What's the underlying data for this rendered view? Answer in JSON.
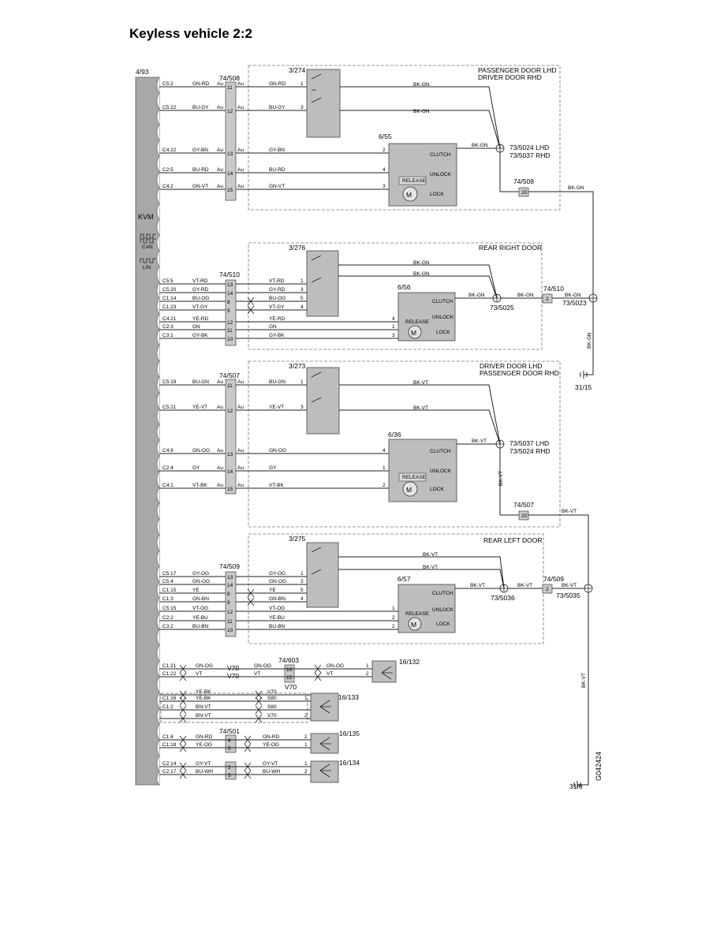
{
  "title": "Keyless vehicle 2:2",
  "diagram_code": "G042424",
  "kvm": {
    "ref": "4/93",
    "label": "KVM",
    "bus_can": "CAN",
    "bus_lin": "LIN"
  },
  "sections": {
    "s1": {
      "label1": "PASSENGER DOOR LHD",
      "label2": "DRIVER DOOR RHD",
      "connector": "74/508",
      "switch": "3/274",
      "lock": "6/55",
      "splice1": "73/5024 LHD",
      "splice2": "73/5037 RHD",
      "conn_out": "74/508",
      "pin_out": "20"
    },
    "s2": {
      "label1": "REAR RIGHT DOOR",
      "connector": "74/510",
      "switch": "3/276",
      "lock": "6/56",
      "splice": "73/5025",
      "conn_out": "74/510",
      "pin_out": "2",
      "splice_out": "73/5023",
      "ground": "31/15"
    },
    "s3": {
      "label1": "DRIVER DOOR LHD",
      "label2": "PASSENGER DOOR RHD",
      "connector": "74/507",
      "switch": "3/273",
      "lock": "6/36",
      "splice1": "73/5037 LHD",
      "splice2": "73/5024 RHD",
      "conn_out": "74/507",
      "pin_out": "20"
    },
    "s4": {
      "label1": "REAR LEFT DOOR",
      "connector": "74/509",
      "switch": "3/275",
      "lock": "6/57",
      "splice": "73/5036",
      "conn_out": "74/509",
      "pin_out": "2",
      "splice_out": "73/5035",
      "ground": "31/6"
    }
  },
  "lock_labels": {
    "clutch": "CLUTCH",
    "unlock": "UNLOCK",
    "release": "RELEASE",
    "lock": "LOCK",
    "motor": "M"
  },
  "wires": {
    "s1": [
      {
        "pin": "C5:2",
        "color": "GN-RD",
        "au1": "Au",
        "cpin": "11",
        "au2": "Au",
        "out": "GN-RD",
        "spin": "1"
      },
      {
        "pin": "C5:22",
        "color": "BU-GY",
        "au1": "Au",
        "cpin": "12",
        "au2": "Au",
        "out": "BU-GY",
        "spin": "3"
      },
      {
        "pin": "C4:22",
        "color": "GY-BN",
        "au1": "Au",
        "cpin": "13",
        "au2": "Au",
        "out": "GY-BN",
        "spin": "2"
      },
      {
        "pin": "C2:5",
        "color": "BU-RD",
        "au1": "Au",
        "cpin": "14",
        "au2": "Au",
        "out": "BU-RD",
        "spin": "4"
      },
      {
        "pin": "C4:2",
        "color": "GN-VT",
        "au1": "Au",
        "cpin": "15",
        "au2": "Au",
        "out": "GN-VT",
        "spin": "3"
      }
    ],
    "s1_top": {
      "w1": "BK-GN",
      "w2": "BK-GN",
      "w3": "BK-GN",
      "w4": "BK-GN",
      "w5": "BK-GN",
      "w6": "BK-GN"
    },
    "s2": [
      {
        "pin": "C5:5",
        "color": "VT-RD",
        "cpin": "13",
        "out": "VT-RD",
        "spin": "1"
      },
      {
        "pin": "C5:20",
        "color": "GY-RD",
        "cpin": "14",
        "out": "GY-RD",
        "spin": "3"
      },
      {
        "pin": "C1:14",
        "color": "BU-OG",
        "cpin": "8",
        "out": "BU-OG",
        "spin": "5"
      },
      {
        "pin": "C1:23",
        "color": "VT-GY",
        "cpin": "9",
        "out": "VT-GY",
        "spin": "4"
      },
      {
        "pin": "C4:21",
        "color": "YE-RD",
        "cpin": "12",
        "out": "YE-RD",
        "spin": "4"
      },
      {
        "pin": "C2:3",
        "color": "GN",
        "cpin": "11",
        "out": "GN",
        "spin": "1"
      },
      {
        "pin": "C3:1",
        "color": "GY-BK",
        "cpin": "10",
        "out": "GY-BK",
        "spin": "3"
      }
    ],
    "s2_top": {
      "w1": "BK-GN",
      "w2": "BK-GN",
      "w3": "BK-GN",
      "w4": "BK-GN",
      "w5": "BK-GN",
      "w6": "BK-GN"
    },
    "s3": [
      {
        "pin": "C5:19",
        "color": "BU-GN",
        "au1": "Au",
        "cpin": "11",
        "au2": "Au",
        "out": "BU-GN",
        "spin": "1"
      },
      {
        "pin": "C5:21",
        "color": "YE-VT",
        "au1": "Au",
        "cpin": "12",
        "au2": "Au",
        "out": "YE-VT",
        "spin": "3"
      },
      {
        "pin": "C4:9",
        "color": "GN-OG",
        "au1": "Au",
        "cpin": "13",
        "au2": "Au",
        "out": "GN-OG",
        "spin": "4"
      },
      {
        "pin": "C2:4",
        "color": "GY",
        "au1": "Au",
        "cpin": "14",
        "au2": "Au",
        "out": "GY",
        "spin": "1"
      },
      {
        "pin": "C4:1",
        "color": "VT-BK",
        "au1": "Au",
        "cpin": "15",
        "au2": "Au",
        "out": "VT-BK",
        "spin": "2"
      }
    ],
    "s3_top": {
      "w1": "BK-VT",
      "w2": "BK-VT",
      "w3": "BK-VT",
      "w4": "BK-VT",
      "w5": "BK-VT"
    },
    "s4": [
      {
        "pin": "C5:17",
        "color": "GY-OG",
        "cpin": "13",
        "out": "GY-OG",
        "spin": "1"
      },
      {
        "pin": "C5:4",
        "color": "GN-OG",
        "cpin": "14",
        "out": "GN-OG",
        "spin": "3"
      },
      {
        "pin": "C1:15",
        "color": "YE",
        "cpin": "8",
        "out": "YE",
        "spin": "5"
      },
      {
        "pin": "C1:3",
        "color": "GN-BN",
        "cpin": "9",
        "out": "GN-BN",
        "spin": "4"
      },
      {
        "pin": "C5:15",
        "color": "VT-OG",
        "cpin": "12",
        "out": "VT-OG",
        "spin": "1"
      },
      {
        "pin": "C2:2",
        "color": "YE-BU",
        "cpin": "11",
        "out": "YE-BU",
        "spin": "2"
      },
      {
        "pin": "C3:2",
        "color": "BU-BN",
        "cpin": "10",
        "out": "BU-BN",
        "spin": "2"
      }
    ],
    "s4_top": {
      "w1": "BK-VT",
      "w2": "BK-VT",
      "w3": "BK-VT",
      "w4": "BK-VT",
      "w5": "BK-VT",
      "w6": "BK-VT",
      "w7": "BK-VT"
    }
  },
  "antennas": {
    "a132": {
      "ref": "16/132",
      "conn": "74/603",
      "model1": "V70",
      "model2": "V70",
      "model3": "V70",
      "rows": [
        {
          "pin": "C1:21",
          "color": "GN-OG",
          "c2": "GN-OG",
          "cpin": "16",
          "out": "GN-OG",
          "apin": "1"
        },
        {
          "pin": "C1:22",
          "color": "VT",
          "c2": "VT",
          "cpin": "15",
          "out": "VT",
          "apin": "2"
        }
      ]
    },
    "a133": {
      "ref": "16/133",
      "rows": [
        {
          "pin": "",
          "color": "YE-BK",
          "model": "V70",
          "apin": ""
        },
        {
          "pin": "C1:16",
          "color": "YE-BK",
          "model": "S80",
          "apin": "1"
        },
        {
          "pin": "C1:2",
          "color": "BN-VT",
          "model": "S80",
          "apin": ""
        },
        {
          "pin": "",
          "color": "BN-VT",
          "model": "V70",
          "apin": "2"
        }
      ]
    },
    "a135": {
      "ref": "16/135",
      "conn": "74/501",
      "rows": [
        {
          "pin": "C1:4",
          "color": "GN-RD",
          "cpin": "4",
          "out": "GN-RD",
          "apin": "2"
        },
        {
          "pin": "C1:18",
          "color": "YE-OG",
          "cpin": "5",
          "out": "YE-OG",
          "apin": "1"
        }
      ]
    },
    "a134": {
      "ref": "16/134",
      "rows": [
        {
          "pin": "C2:14",
          "color": "GY-VT",
          "cpin": "2",
          "out": "GY-VT",
          "apin": "1"
        },
        {
          "pin": "C2:17",
          "color": "BU-WH",
          "cpin": "3",
          "out": "BU-WH",
          "apin": "2"
        }
      ]
    }
  },
  "ground_wires": {
    "g1": "BK-GN",
    "g2": "BK-VT"
  },
  "colors": {
    "component_fill": "#bdbdbd",
    "kvm_fill": "#a8a8a8",
    "line": "#222222"
  }
}
